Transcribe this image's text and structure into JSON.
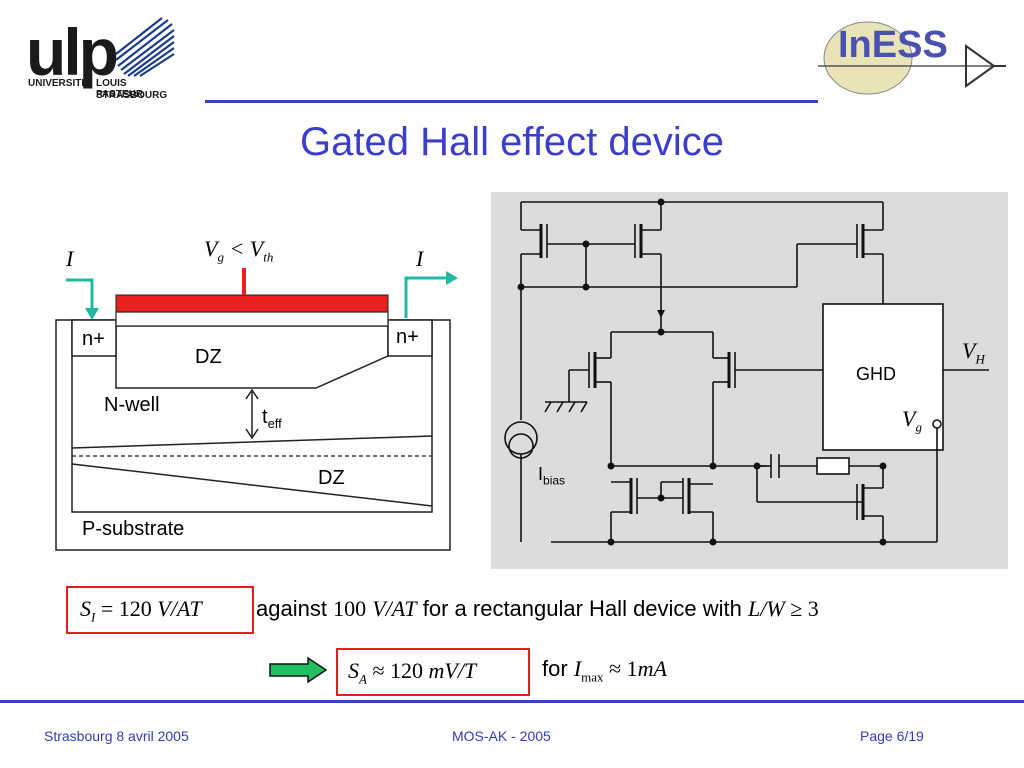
{
  "logo_left": {
    "main": "ulp",
    "line1": "UNIVERSITÉ",
    "line2": "LOUIS PASTEUR",
    "line3": "STRASBOURG"
  },
  "logo_right": {
    "text": "InESS"
  },
  "title": "Gated Hall effect device",
  "device": {
    "current_left": "I",
    "current_right": "I",
    "gate_v": "V",
    "gate_v_sub": "g",
    "gate_cmp": " < V",
    "gate_th_sub": "th",
    "nplus_left": "n+",
    "nplus_right": "n+",
    "dz_top": "DZ",
    "nwell": "N-well",
    "teff": "t",
    "teff_sub": "eff",
    "dz_bottom": "DZ",
    "psub": "P-substrate"
  },
  "circuit": {
    "ghd": "GHD",
    "vh": "V",
    "vh_sub": "H",
    "vg": "V",
    "vg_sub": "g",
    "ibias": "I",
    "ibias_sub": "bias",
    "background": "#dcdcdc"
  },
  "result1": {
    "s": "S",
    "s_sub": "I",
    "eq": " = 120 ",
    "unit": "V/AT",
    "against": "against",
    "val": "100",
    "unit2": "V/AT",
    "text": "for a rectangular Hall device with",
    "cond": "L/W",
    "cond2": " ≥ 3"
  },
  "result2": {
    "s": "S",
    "s_sub": "A",
    "eq": " ≈ 120 ",
    "unit": "mV/T",
    "for": "for",
    "i": "I",
    "i_sub": "max",
    "approx": " ≈ 1",
    "ma": "mA"
  },
  "footer": {
    "left": "Strasbourg 8 avril 2005",
    "center": "MOS-AK - 2005",
    "right": "Page 6/19"
  },
  "colors": {
    "accent": "#3a3ec8",
    "gate": "#e82020",
    "arrow": "#20b8a0"
  }
}
